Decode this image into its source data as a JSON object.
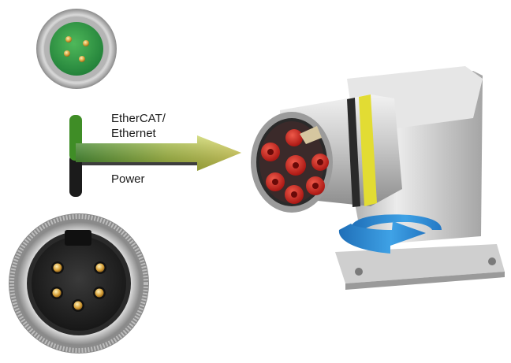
{
  "labels": {
    "ethercat_line1": "EtherCAT/",
    "ethercat_line2": "Ethernet",
    "power": "Power"
  },
  "colors": {
    "m8_green": "#2e9a3e",
    "arrow_green": "#4a9a26",
    "arrow_yellow": "#d6d24a",
    "power_black": "#1b1b1b",
    "contact_red": "#c81e1e",
    "coding_ring_yellow": "#e2dc33",
    "rotation_arrow_blue": "#2f8fd6",
    "metal": "#c8c8c8"
  },
  "icons": {
    "top_connector": "m8-connector-4pin-face-icon",
    "bottom_connector": "m8-connector-5pin-face-icon",
    "signal_arrow": "hybrid-cable-arrow-icon",
    "right_angle_connector": "right-angle-hybrid-connector-icon",
    "rotation_arrow": "rotation-arrow-icon"
  }
}
